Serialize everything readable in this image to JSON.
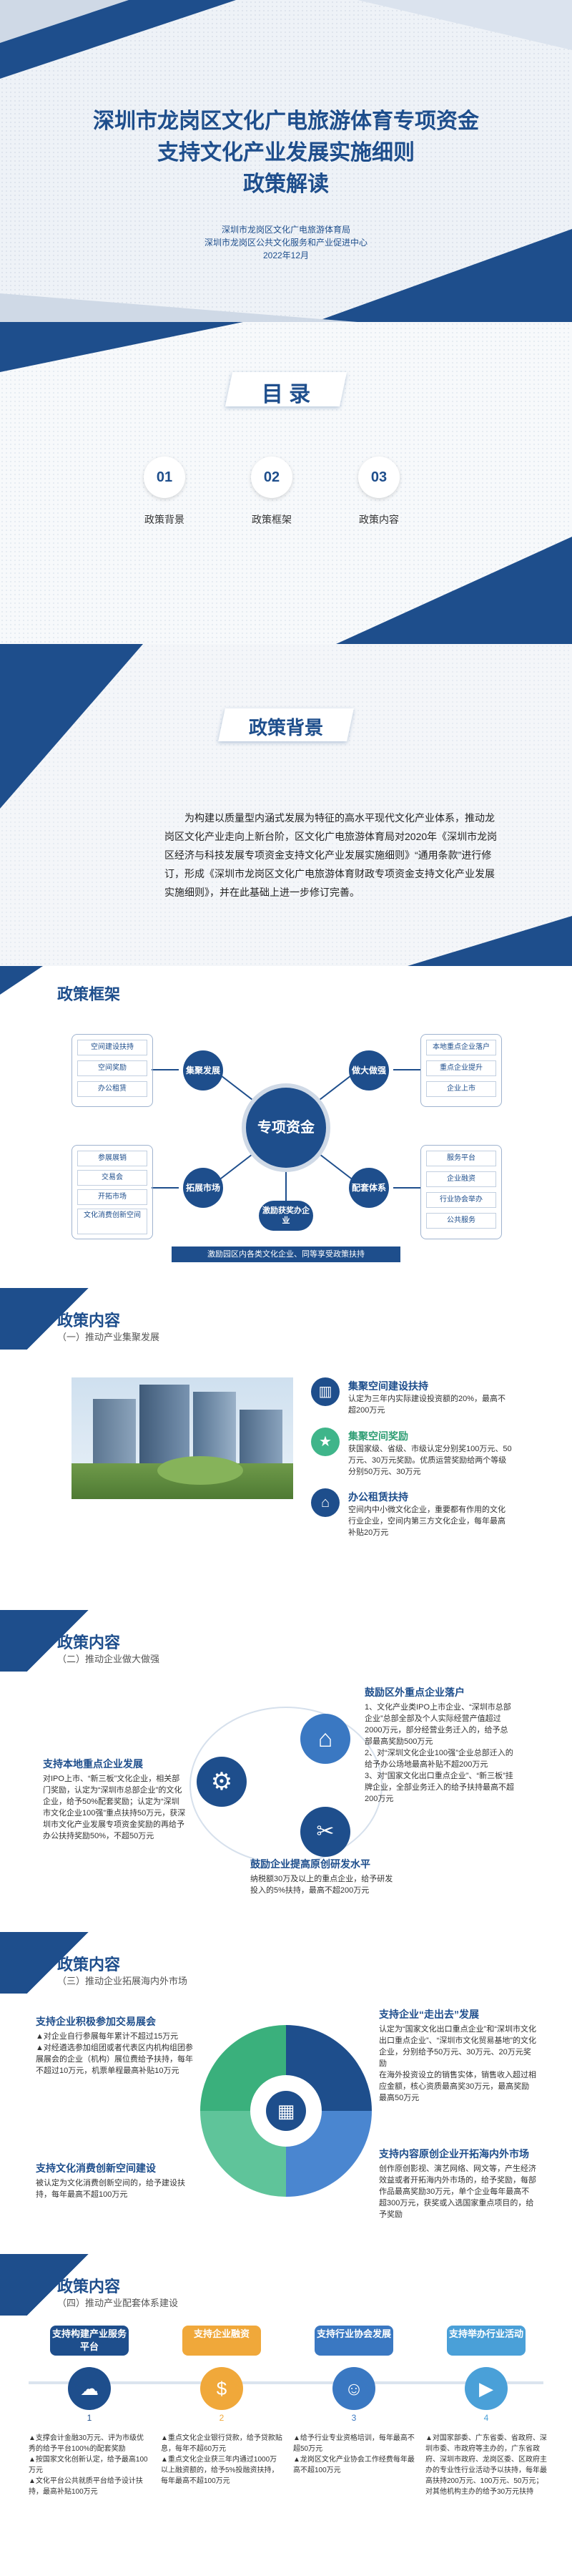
{
  "cover": {
    "title_lines": [
      "深圳市龙岗区文化广电旅游体育专项资金",
      "支持文化产业发展实施细则",
      "政策解读"
    ],
    "issuers": [
      "深圳市龙岗区文化广电旅游体育局",
      "深圳市龙岗区公共文化服务和产业促进中心"
    ],
    "date": "2022年12月"
  },
  "toc": {
    "title": "目 录",
    "items": [
      {
        "num": "01",
        "label": "政策背景"
      },
      {
        "num": "02",
        "label": "政策框架"
      },
      {
        "num": "03",
        "label": "政策内容"
      }
    ]
  },
  "background": {
    "title": "政策背景",
    "body": "为构建以质量型内涵式发展为特征的高水平现代文化产业体系，推动龙岗区文化产业走向上新台阶，区文化广电旅游体育局对2020年《深圳市龙岗区经济与科技发展专项资金支持文化产业发展实施细则》“通用条款”进行修订，形成《深圳市龙岗区文化广电旅游体育财政专项资金支持文化产业发展实施细则》，并在此基础上进一步修订完善。"
  },
  "framework": {
    "title": "政策框架",
    "center": "专项资金",
    "nodes": [
      {
        "label": "集聚发展",
        "tags": [
          "空间建设扶持",
          "空间奖励",
          "办公租赁"
        ]
      },
      {
        "label": "做大做强",
        "tags": [
          "本地重点企业落户",
          "重点企业提升",
          "企业上市"
        ]
      },
      {
        "label": "拓展市场",
        "tags": [
          "参展展销",
          "交易会",
          "开拓市场",
          "文化消费创新空间"
        ]
      },
      {
        "label": "配套体系",
        "tags": [
          "服务平台",
          "企业融资",
          "行业协会举办",
          "公共服务"
        ]
      },
      {
        "label": "激励获奖办企业",
        "tags": []
      }
    ],
    "footnote": "激励园区内各类文化企业、同等享受政策扶持"
  },
  "content1": {
    "title": "政策内容",
    "subtitle": "（一）推动产业集聚发展",
    "items": [
      {
        "head": "集聚空间建设扶持",
        "body": "认定为三年内实际建设投资额的20%，最高不超200万元"
      },
      {
        "head": "集聚空间奖励",
        "body": "获国家级、省级、市级认定分别奖100万元、50万元、30万元奖励。优质运营奖励给两个等级分别50万元、30万元"
      },
      {
        "head": "办公租赁扶持",
        "body": "空间内中小微文化企业，重要都有作用的文化行业企业，空间内第三方文化企业，每年最高补贴20万元"
      }
    ]
  },
  "content2": {
    "title": "政策内容",
    "subtitle": "（二）推动企业做大做强",
    "left_head": "支持本地重点企业发展",
    "left_body": "对IPO上市、“新三板”文化企业，相关部门奖励，认定为“深圳市总部企业”的文化企业，给予50%配套奖励；认定为“深圳市文化企业100强”重点扶持50万元，获深圳市文化产业发展专项资金奖励的再给予办公扶持奖励50%，不超50万元",
    "right_head": "鼓励区外重点企业落户",
    "right_body": "1、文化产业类IPO上市企业、“深圳市总部企业”总部全部及个人实际经营产值超过2000万元，部分经营业务迁入的，给予总部最高奖励500万元\n2、对“深圳文化企业100强”企业总部迁入的给予办公场地最高补贴不超200万元\n3、对“国家文化出口重点企业”、“新三板”挂牌企业，全部业务迁入的给予扶持最高不超200万元",
    "bottom_head": "鼓励企业提高原创研发水平",
    "bottom_body": "纳税额30万及以上的重点企业，给予研发投入的5%扶持，最高不超200万元"
  },
  "content3": {
    "title": "政策内容",
    "subtitle": "（三）推动企业拓展海内外市场",
    "tl_head": "支持企业积极参加交易展会",
    "tl_body": "▲对企业自行参展每年累计不超过15万元\n▲对经遴选参加组团或者代表区内机构组团参展展会的企业（机构）展位费给予扶持，每年不超过10万元，机票单程最高补贴10万元",
    "tr_head": "支持企业“走出去”发展",
    "tr_body": "认定为“国家文化出口重点企业”和“深圳市文化出口重点企业”、“深圳市文化贸易基地”的文化企业，分别给予50万元、30万元、20万元奖励\n在海外投资设立的销售实体，销售收入超过相应金额，核心资质最高奖30万元，最高奖励最高50万元",
    "bl_head": "支持文化消费创新空间建设",
    "bl_body": "被认定为文化消费创新空间的，给予建设扶持，每年最高不超100万元",
    "br_head": "支持内容原创企业开拓海内外市场",
    "br_body": "创作原创影视、演艺网络、网文等，产生经济效益或者开拓海内外市场的，给予奖励，每部作品最高奖励30万元，单个企业每年最高不超300万元，获奖或入选国家重点项目的，给予奖励"
  },
  "content4": {
    "title": "政策内容",
    "subtitle": "（四）推动产业配套体系建设",
    "cards": [
      {
        "head": "支持构建产业服务平台",
        "num": "1",
        "body": "▲支撑会计金融30万元、评为市级优秀的给予平台100%的配套奖励\n▲按国家文化创新认定，给予最高100万元\n▲文化平台公共就质平台给予设计扶持，最高补贴100万元"
      },
      {
        "head": "支持企业融资",
        "num": "2",
        "body": "▲重点文化企业银行贷款，给予贷款贴息，每年不超60万元\n▲重点文化企业获三年内通过1000万以上融资额的，给予5%投融资扶持，每年最高不超100万元"
      },
      {
        "head": "支持行业协会发展",
        "num": "3",
        "body": "▲给予行业专业资格培训，每年最高不超50万元\n▲龙岗区文化产业协会工作经费每年最高不超100万元"
      },
      {
        "head": "支持举办行业活动",
        "num": "4",
        "body": "▲对国家部委、广东省委、省政府、深圳市委、市政府等主办的，广东省政府、深圳市政府、龙岗区委、区政府主办的专业性行业活动予以扶持，每年最高扶持200万元、100万元、50万元；对其他机构主办的给予30万元扶持"
      }
    ]
  }
}
